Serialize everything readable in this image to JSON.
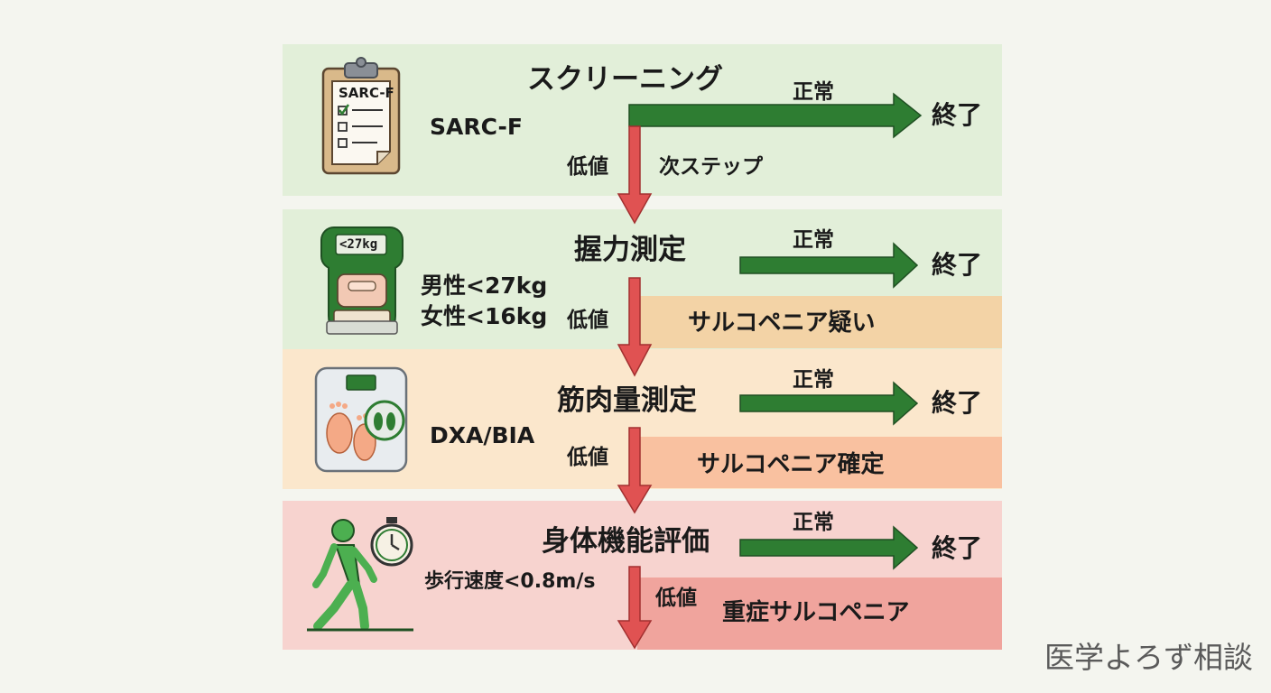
{
  "colors": {
    "background": "#f4f5ef",
    "band_green": "#e2efd9",
    "band_peach": "#fbe7cc",
    "band_pink": "#f7d3cf",
    "diag_suspect": "#f3d3a6",
    "diag_confirm": "#f9c1a0",
    "diag_severe": "#f0a49d",
    "arrow_green": "#2e7d32",
    "arrow_red": "#e05252"
  },
  "steps": [
    {
      "title": "スクリーニング",
      "criteria": [
        "SARC-F"
      ],
      "icon": "clipboard-icon",
      "icon_text": "SARC-F",
      "normal_label": "正常",
      "end_label": "終了",
      "low_label": "低値",
      "next_label": "次ステップ"
    },
    {
      "title": "握力測定",
      "criteria": [
        "男性<27kg",
        "女性<16kg"
      ],
      "icon": "dynamometer-icon",
      "icon_text": "<27kg",
      "normal_label": "正常",
      "end_label": "終了",
      "low_label": "低値",
      "diagnosis": "サルコペニア疑い"
    },
    {
      "title": "筋肉量測定",
      "criteria": [
        "DXA/BIA"
      ],
      "icon": "body-composition-scale-icon",
      "normal_label": "正常",
      "end_label": "終了",
      "low_label": "低値",
      "diagnosis": "サルコペニア確定"
    },
    {
      "title": "身体機能評価",
      "criteria": [
        "歩行速度<0.8m/s"
      ],
      "icon": "walking-person-stopwatch-icon",
      "normal_label": "正常",
      "end_label": "終了",
      "low_label": "低値",
      "diagnosis": "重症サルコペニア"
    }
  ],
  "watermark": "医学よろず相談"
}
